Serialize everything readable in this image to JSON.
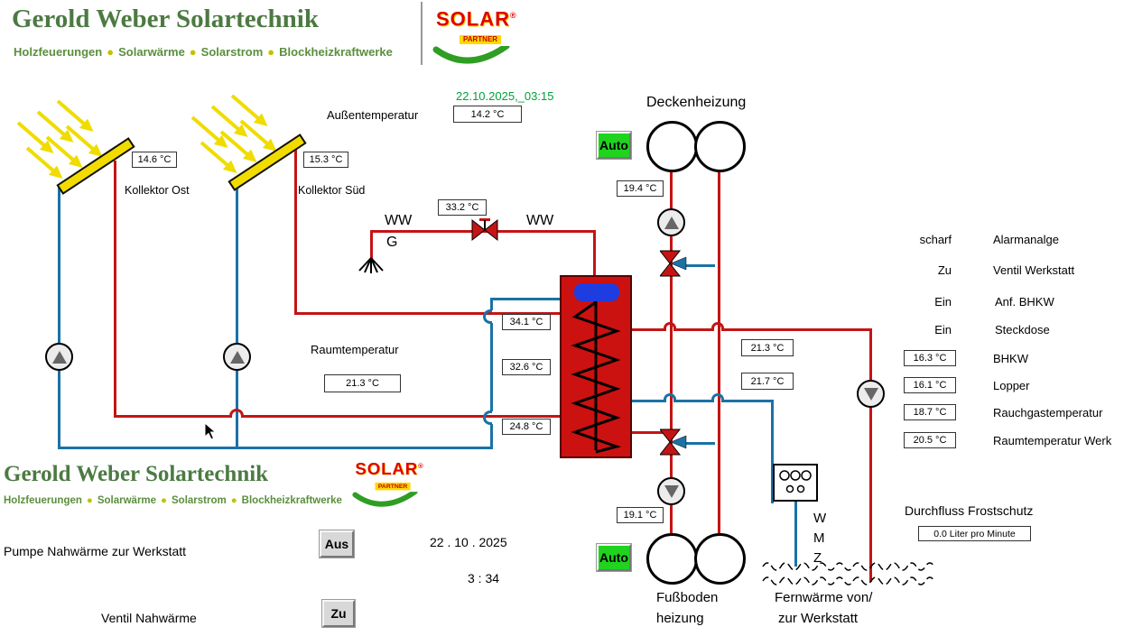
{
  "colors": {
    "hot_pipe": "#c41414",
    "cold_pipe": "#1a72a6",
    "tank_red": "#cc1111",
    "status_green": "#00a13c",
    "logo_green": "#4c7a42",
    "auto_green": "#1fd31f"
  },
  "header": {
    "company": "Gerold Weber Solartechnik",
    "sep": "●",
    "tagline": [
      "Holzfeuerungen",
      "Solarwärme",
      "Solarstrom",
      "Blockheizkraftwerke"
    ]
  },
  "logo": {
    "solar": "SOLAR",
    "partner": "PARTNER",
    "reg": "®"
  },
  "top": {
    "datetime": "22.10.2025,_03:15"
  },
  "outside": {
    "label": "Außentemperatur",
    "value": "14.2 °C"
  },
  "collectors": [
    {
      "name": "Kollektor Ost",
      "temp": "14.6 °C"
    },
    {
      "name": "Kollektor Süd",
      "temp": "15.3 °C"
    }
  ],
  "ceiling": {
    "title": "Deckenheizung",
    "mode": "Auto",
    "temp": "19.4 °C"
  },
  "ww": {
    "left": "WW",
    "g": "G",
    "right": "WW"
  },
  "tank": {
    "top_temp": "33.2 °C",
    "temps": [
      "34.1 °C",
      "32.6 °C",
      "24.8 °C"
    ]
  },
  "room": {
    "label": "Raumtemperatur",
    "value": "21.3 °C"
  },
  "mid": {
    "t1": "21.3 °C",
    "t2": "21.7 °C"
  },
  "status": {
    "rows": [
      {
        "state": "scharf",
        "label": "Alarmanalge"
      },
      {
        "state": "Zu",
        "label": "Ventil Werkstatt"
      },
      {
        "state": "Ein",
        "label": "Anf. BHKW"
      },
      {
        "state": "Ein",
        "label": "Steckdose"
      }
    ]
  },
  "temps": {
    "rows": [
      {
        "value": "16.3 °C",
        "label": "BHKW"
      },
      {
        "value": "16.1 °C",
        "label": "Lopper"
      },
      {
        "value": "18.7 °C",
        "label": "Rauchgastemperatur"
      },
      {
        "value": "20.5 °C",
        "label": "Raumtemperatur Werk"
      }
    ]
  },
  "frost": {
    "label": "Durchfluss Frostschutz",
    "value": "0.0 Liter pro Minute"
  },
  "wmz": [
    "W",
    "M",
    "Z"
  ],
  "remote": {
    "line1": "Fernwärme von/",
    "line2": "zur Werkstatt"
  },
  "floor": {
    "line1": "Fußboden",
    "line2": "heizung",
    "mode": "Auto",
    "temp": "19.1 °C"
  },
  "bottom": {
    "pump_label": "Pumpe  Nahwärme zur Werkstatt",
    "pump_state": "Aus",
    "valve_label": "Ventil Nahwärme",
    "valve_state": "Zu",
    "date": "22 . 10 .  2025",
    "time": "3  :  34"
  }
}
